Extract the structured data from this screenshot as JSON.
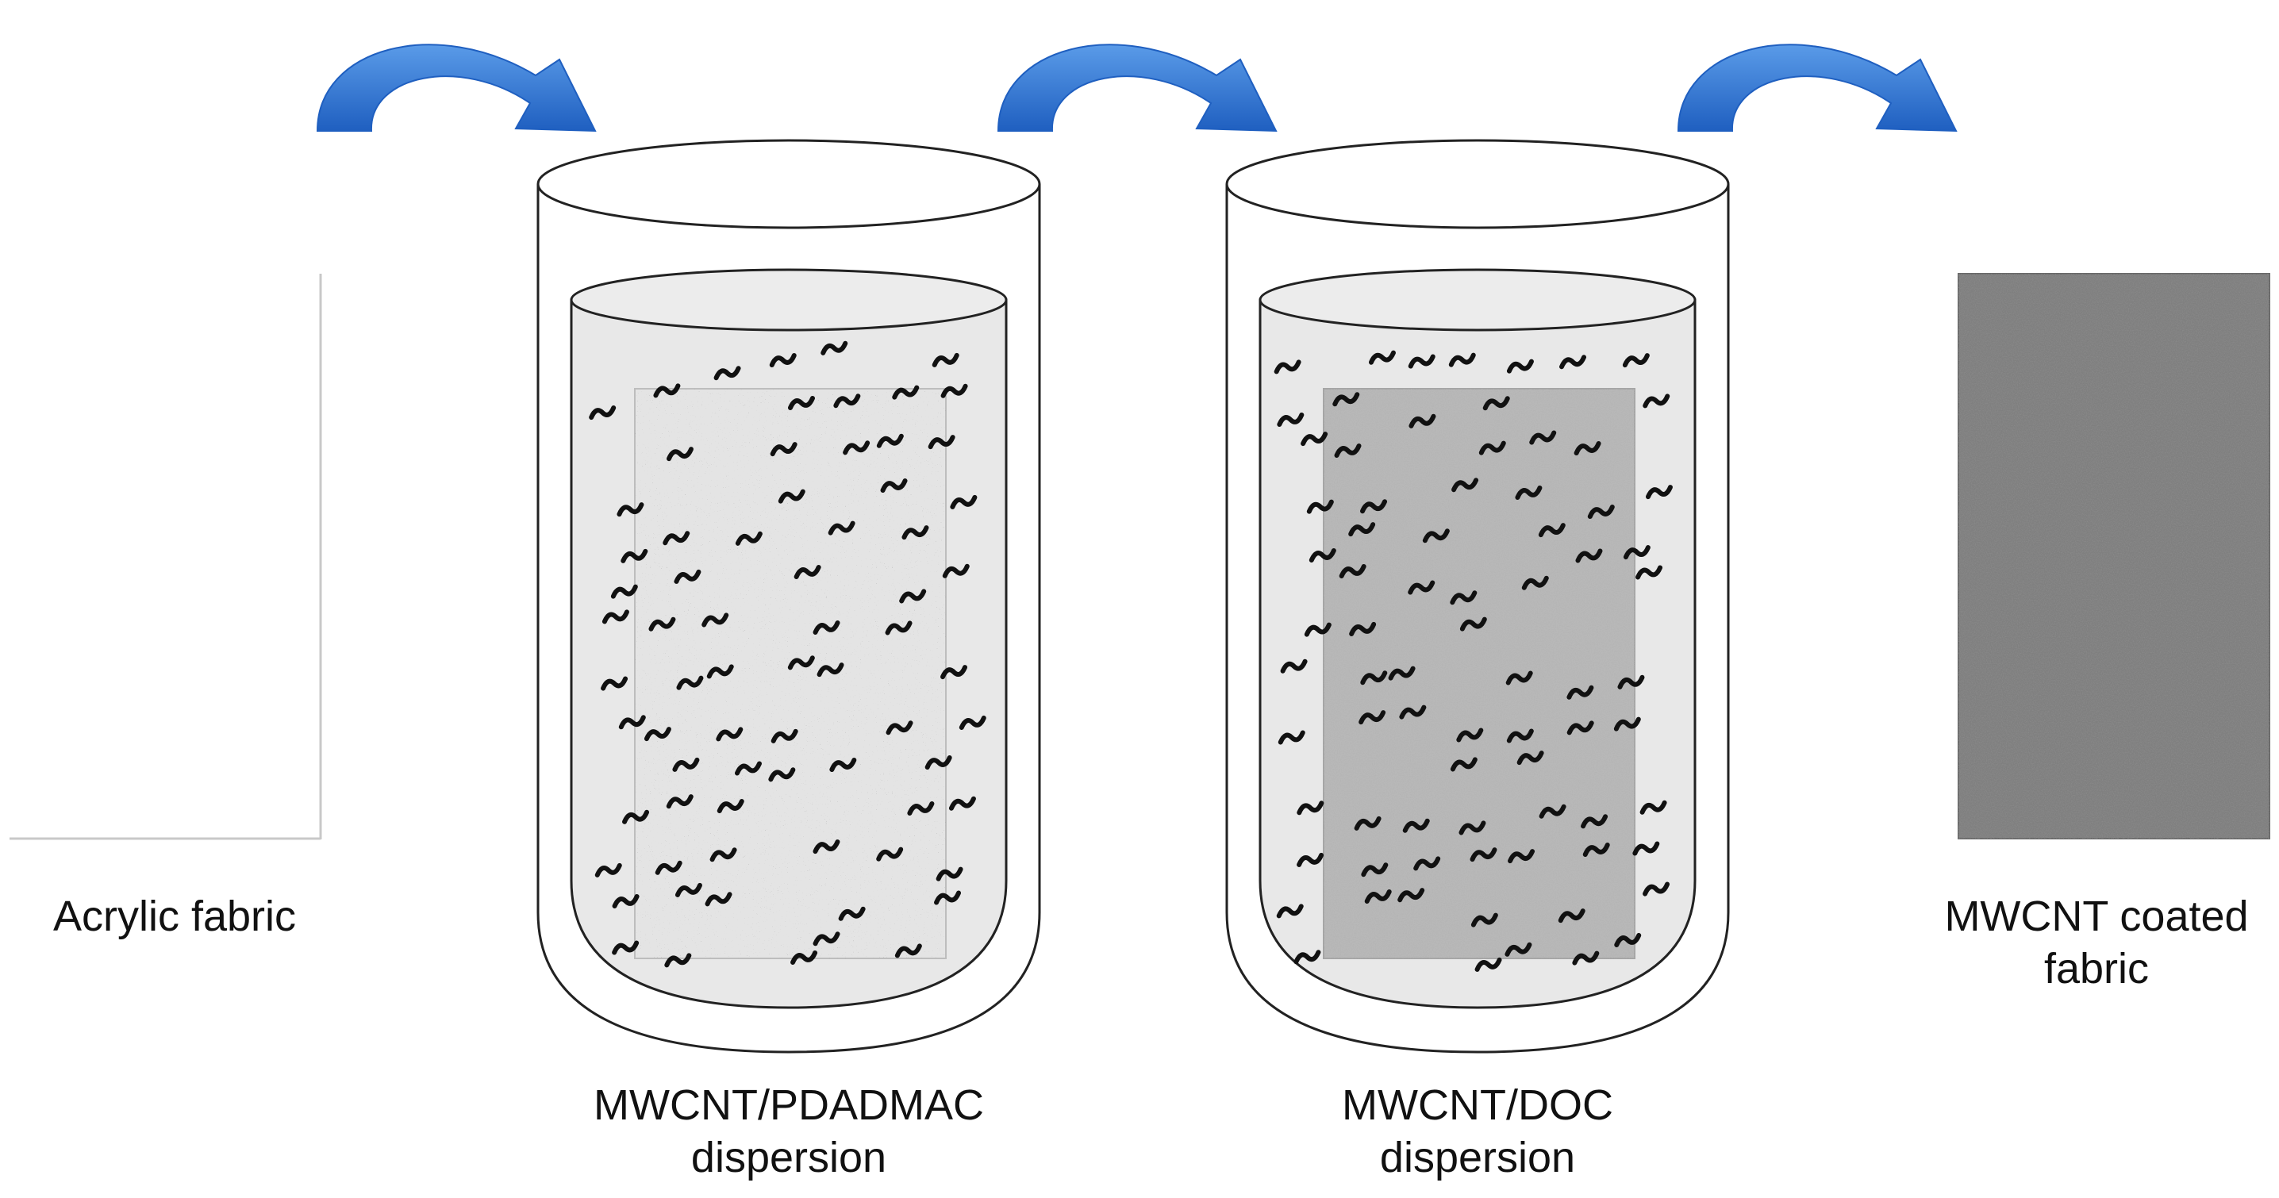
{
  "diagram": {
    "steps": [
      {
        "id": "acrylic",
        "lines": [
          "Acrylic fabric"
        ]
      },
      {
        "id": "pdadmac",
        "lines": [
          "MWCNT/PDADMAC",
          "dispersion"
        ]
      },
      {
        "id": "doc",
        "lines": [
          "MWCNT/DOC",
          "dispersion"
        ]
      },
      {
        "id": "coated",
        "lines": [
          "MWCNT coated",
          "fabric"
        ]
      }
    ],
    "colors": {
      "arrow": "#1f5fc0",
      "arrow_highlight": "#5a9be8",
      "outline": "#222222",
      "liquid": "#e9e9e9",
      "fabric_light": "#e4e4e4",
      "fabric_medium": "#b7b7b7",
      "fabric_dark": "#7d7d7d",
      "nanotube": "#111111"
    },
    "icons": [
      "curved-arrow-icon",
      "beaker-icon",
      "nanotube-icon",
      "fabric-swatch-icon"
    ]
  }
}
